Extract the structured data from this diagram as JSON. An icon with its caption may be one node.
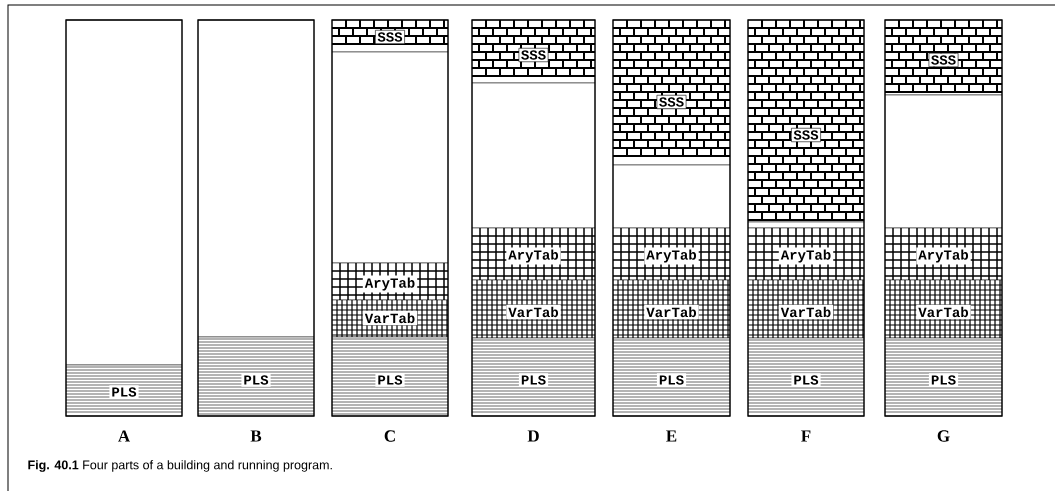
{
  "diagram": {
    "caption": "**Fig. 40.1** Four parts of a building and running program.",
    "nodes": [
      {
        "text": [],
        "shape": "bar",
        "beside": [
          "A"
        ]
      },
      {
        "text": [],
        "shape": "box",
        "in": 0
      },
      {
        "text": [
          "PLS"
        ],
        "in": 0
      },
      {
        "text": [],
        "shape": "bar",
        "beside": [
          "B"
        ]
      },
      {
        "text": [],
        "shape": "box",
        "in": 3
      },
      {
        "text": [
          "PLS"
        ],
        "in": 3
      },
      {
        "text": [],
        "shape": "bar",
        "beside": [
          "C"
        ]
      },
      {
        "text": [
          "SSS"
        ],
        "in": 6
      },
      {
        "text": [],
        "shape": "box",
        "in": 6
      },
      {
        "text": [
          "AryTab"
        ],
        "in": 6
      },
      {
        "text": [
          "VarTab"
        ],
        "in": 6
      },
      {
        "text": [
          "PLS"
        ],
        "in": 6
      },
      {
        "text": [],
        "shape": "bar",
        "beside": [
          "D"
        ]
      },
      {
        "text": [
          "SSS"
        ],
        "in": 12
      },
      {
        "text": [],
        "shape": "box",
        "in": 12
      },
      {
        "text": [
          "AryTab"
        ],
        "in": 12
      },
      {
        "text": [
          "VarTab"
        ],
        "in": 12
      },
      {
        "text": [
          "PLS"
        ],
        "in": 12
      },
      {
        "text": [],
        "shape": "bar",
        "beside": [
          "E"
        ]
      },
      {
        "text": [
          "SSS"
        ],
        "in": 18
      },
      {
        "text": [],
        "shape": "box",
        "in": 18
      },
      {
        "text": [
          "AryTab"
        ],
        "in": 18
      },
      {
        "text": [
          "VarTab"
        ],
        "in": 18
      },
      {
        "text": [
          "PLS"
        ],
        "in": 18
      },
      {
        "text": [],
        "shape": "bar",
        "beside": [
          "F"
        ]
      },
      {
        "text": [
          "SSS"
        ],
        "in": 24
      },
      {
        "text": [],
        "shape": "box",
        "in": 24
      },
      {
        "text": [
          "AryTab"
        ],
        "in": 24
      },
      {
        "text": [
          "VarTab"
        ],
        "in": 24
      },
      {
        "text": [
          "PLS"
        ],
        "in": 24
      },
      {
        "text": [],
        "shape": "bar",
        "beside": [
          "G"
        ]
      },
      {
        "text": [
          "SSS"
        ],
        "in": 30
      },
      {
        "text": [],
        "shape": "box",
        "in": 30
      },
      {
        "text": [
          "AryTab"
        ],
        "in": 30
      },
      {
        "text": [
          "VarTab"
        ],
        "in": 30
      },
      {
        "text": [
          "PLS"
        ],
        "in": 30
      }
    ]
  }
}
